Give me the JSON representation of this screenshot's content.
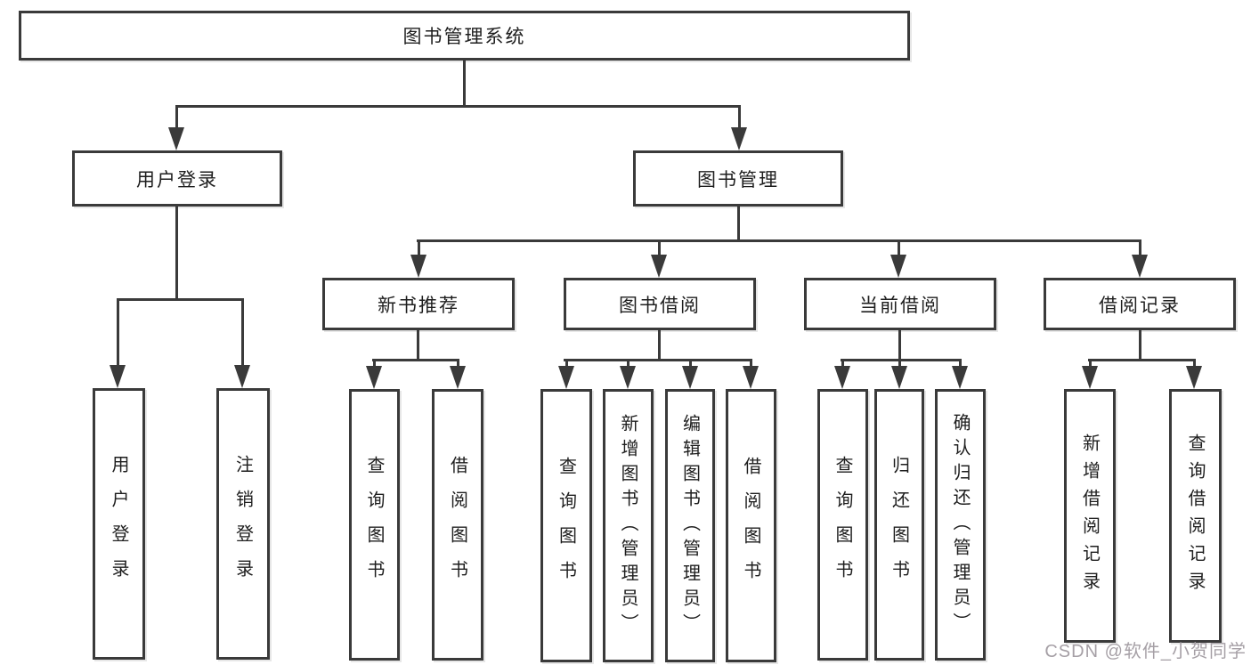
{
  "root": {
    "label": "图书管理系统"
  },
  "level2": {
    "user_login": "用户登录",
    "book_management": "图书管理"
  },
  "level3": {
    "new_book_recommend": "新书推荐",
    "book_borrow": "图书借阅",
    "current_borrow": "当前借阅",
    "borrow_record": "借阅记录"
  },
  "leaves": {
    "user_login": [
      "用户登录",
      "注销登录"
    ],
    "new_book_recommend": [
      "查询图书",
      "借阅图书"
    ],
    "book_borrow": [
      "查询图书",
      "新增图书（管理员）",
      "编辑图书（管理员）",
      "借阅图书"
    ],
    "current_borrow": [
      "查询图书",
      "归还图书",
      "确认归还（管理员）"
    ],
    "borrow_record": [
      "新增借阅记录",
      "查询借阅记录"
    ]
  },
  "watermark": "CSDN @软件_小贺同学",
  "colors": {
    "line": "#3a3a3a",
    "box_border": "#3a3a3a",
    "text": "#1e1e1e",
    "watermark": "#a6a0a6",
    "background": "#ffffff"
  }
}
